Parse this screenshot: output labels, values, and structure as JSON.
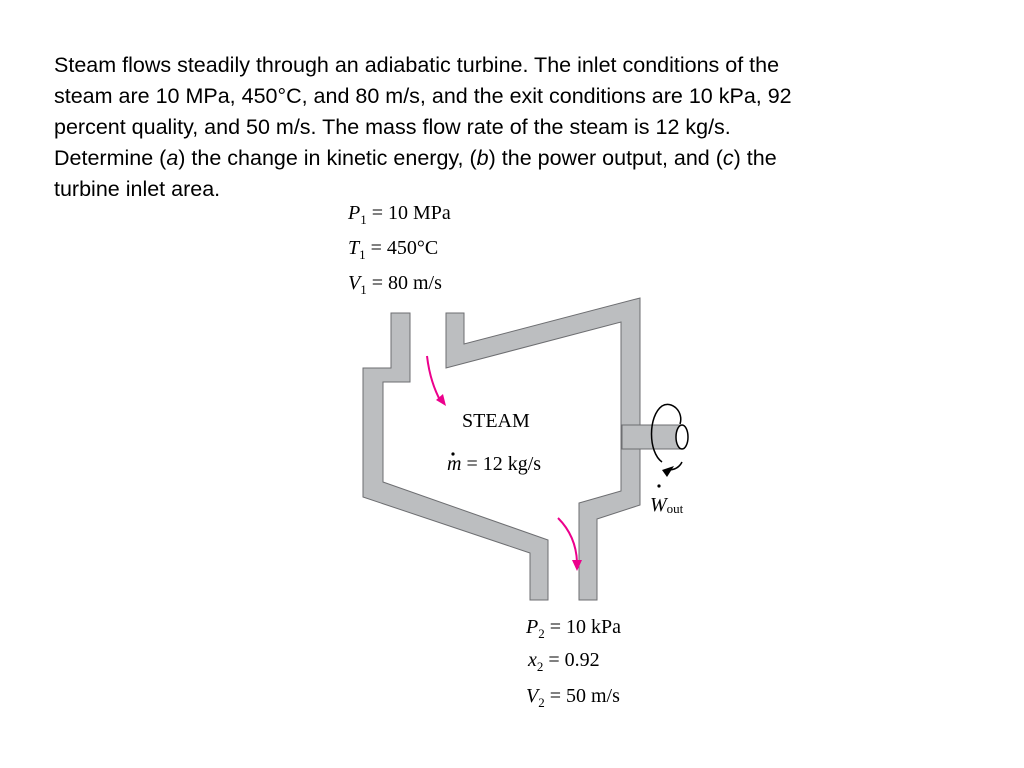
{
  "problem": {
    "line1": "Steam flows steadily through an adiabatic turbine. The inlet conditions of the",
    "line2": "steam are 10 MPa, 450°C, and 80 m/s, and the exit conditions are 10 kPa, 92",
    "line3": "percent quality, and 50 m/s. The mass flow rate of the steam is 12 kg/s.",
    "line4_a": "Determine (",
    "part_a": "a",
    "line4_b": ") the change in kinetic energy, (",
    "part_b": "b",
    "line4_c": ") the power output, and (",
    "part_c": "c",
    "line4_d": ") the",
    "line5": "turbine inlet area."
  },
  "inlet": {
    "p_sym": "P",
    "p_sub": "1",
    "p_val": " = 10 MPa",
    "t_sym": "T",
    "t_sub": "1",
    "t_val": " = 450°C",
    "v_sym": "V",
    "v_sub": "1",
    "v_val": " = 80 m/s"
  },
  "turbine": {
    "fluid": "STEAM",
    "mdot_sym": "m",
    "mdot_val": " = 12 kg/s",
    "work_sym": "W",
    "work_sub": "out"
  },
  "exit": {
    "p_sym": "P",
    "p_sub": "2",
    "p_val": " = 10 kPa",
    "x_sym": "x",
    "x_sub": "2",
    "x_val": " = 0.92",
    "v_sym": "V",
    "v_sub": "2",
    "v_val": " = 50 m/s"
  },
  "colors": {
    "wall_fill": "#bcbec0",
    "wall_stroke": "#6d6e71",
    "flow_arrow": "#ec008c",
    "shaft_fill": "#bcbec0",
    "text": "#000000"
  }
}
